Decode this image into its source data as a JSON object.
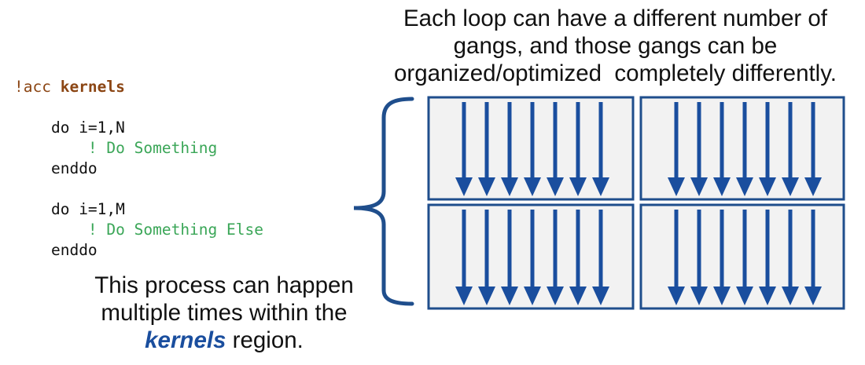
{
  "code": {
    "pragma_prefix": "!acc ",
    "pragma_keyword": "kernels",
    "loop1_start": "do i=1,N",
    "loop1_comment": "! Do Something",
    "loop1_end": "enddo",
    "loop2_start": "do i=1,M",
    "loop2_comment": "! Do Something Else",
    "loop2_end": "enddo"
  },
  "top_caption": {
    "line1": "Each loop can have a different number of",
    "line2": "gangs, and those gangs can be",
    "line3": "organized/optimized  completely differently."
  },
  "bottom_caption": {
    "line1": "This process can happen",
    "line2": "multiple times within the",
    "emphasis": "kernels",
    "line3_rest": " region."
  },
  "colors": {
    "box_fill": "#f2f2f2",
    "box_border": "#1f4e8c",
    "arrow": "#1a4e9e"
  },
  "gang_arrows_per_box": 7
}
